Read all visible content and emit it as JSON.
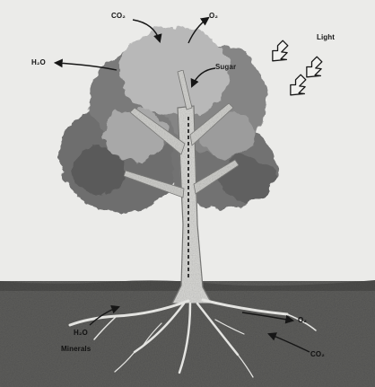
{
  "labels": {
    "co2_top": "CO₂",
    "o2_top": "O₂",
    "h2o_left": "H₂O",
    "sugar": "Sugar",
    "light": "Light",
    "h2o_roots": "H₂O",
    "minerals": "Minerals",
    "o2_roots": "O₂",
    "co2_roots": "CO₂"
  },
  "colors": {
    "background": "#ebebe9",
    "foliage_dark": "#6e6e6e",
    "foliage_light": "#b8b8b8",
    "trunk": "#d9d9d6",
    "soil": "#5e5e5c",
    "ink": "#161616"
  },
  "icons": [
    "light-arrow-icon",
    "light-arrow-icon",
    "light-arrow-icon"
  ]
}
